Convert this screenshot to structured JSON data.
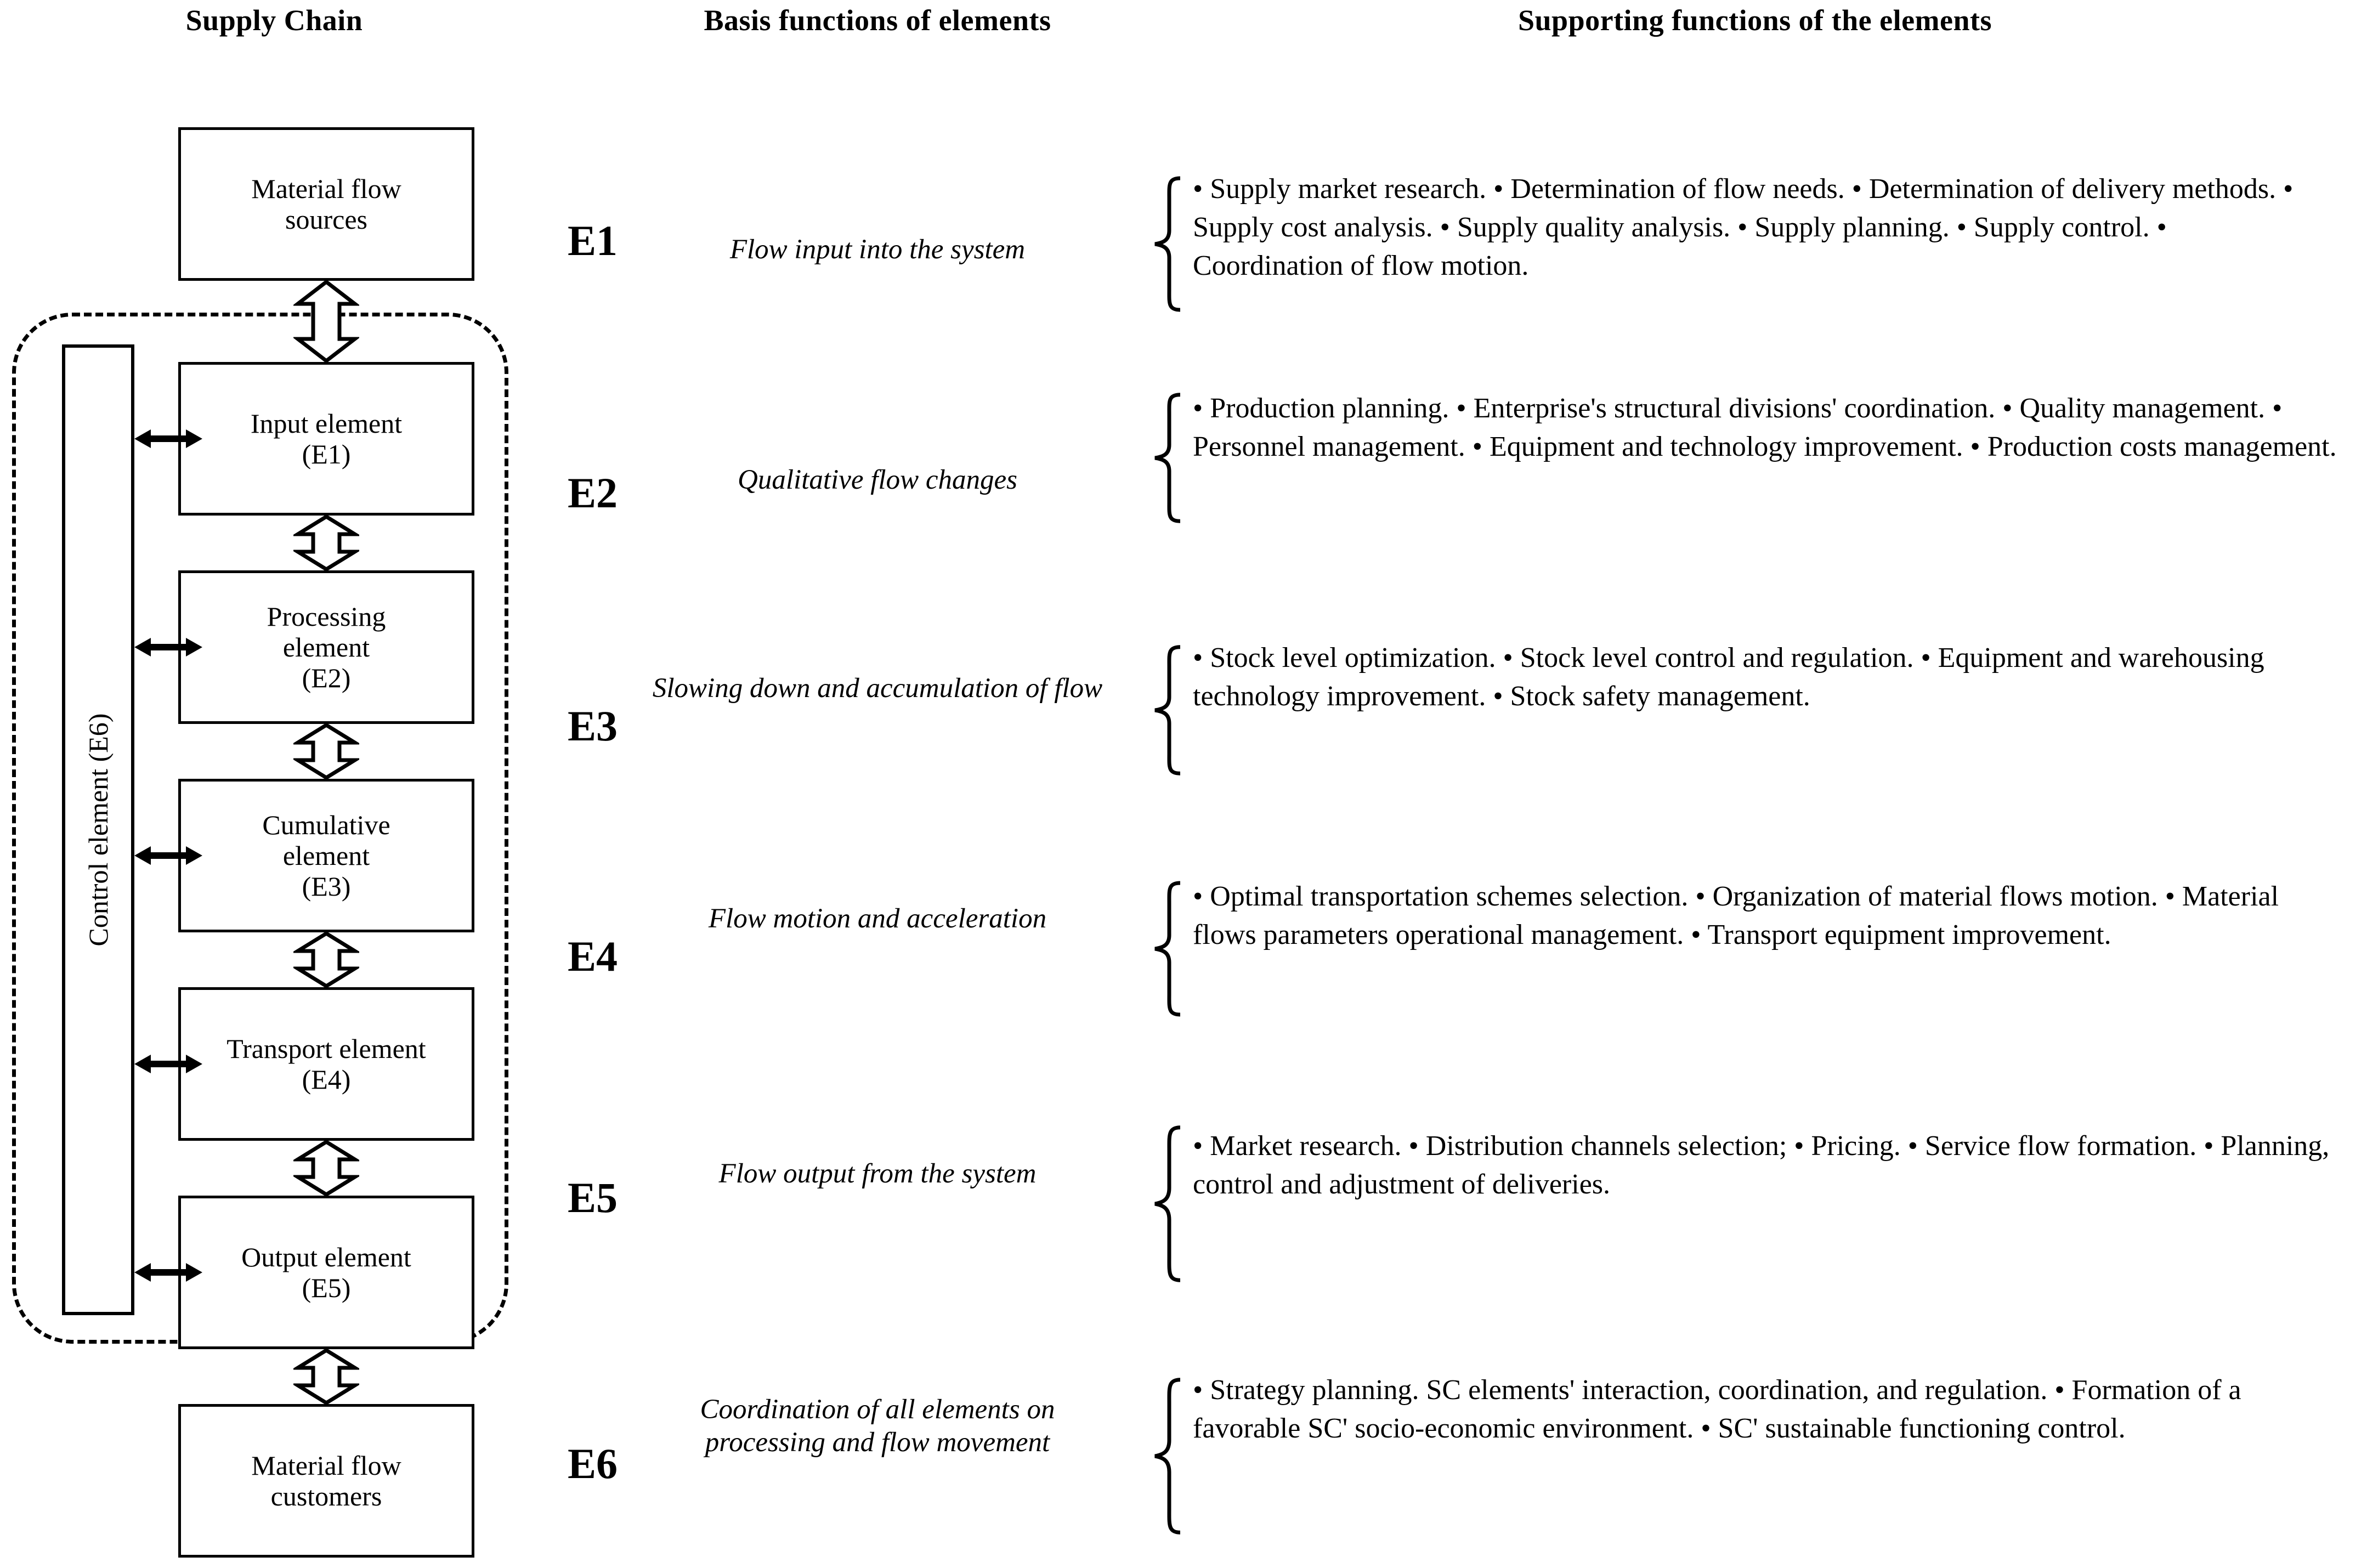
{
  "headers": {
    "supply_chain": "Supply Chain",
    "basis": "Basis functions of elements",
    "supporting": "Supporting functions of the elements"
  },
  "diagram": {
    "source_box": "Material flow\nsources",
    "source_box_l1": "Material flow",
    "source_box_l2": "sources",
    "customer_box_l1": "Material flow",
    "customer_box_l2": "customers",
    "control_label": "Control element (E6)",
    "elements": [
      {
        "line1": "Input element",
        "line2": "(E1)"
      },
      {
        "line1": "Processing",
        "line2": "element",
        "line3": "(E2)"
      },
      {
        "line1": "Cumulative",
        "line2": "element",
        "line3": "(E3)"
      },
      {
        "line1": "Transport element",
        "line2": "(E4)"
      },
      {
        "line1": "Output element",
        "line2": "(E5)"
      }
    ]
  },
  "rows": [
    {
      "code": "E1",
      "basis": "Flow input into the system",
      "supporting": "• Supply market research. •  Determination of flow needs. • Determination of delivery methods. • Supply cost analysis. • Supply quality analysis. • Supply planning. • Supply control. • Coordination of flow motion."
    },
    {
      "code": "E2",
      "basis": "Qualitative flow changes",
      "supporting": "• Production planning. • Enterprise's structural divisions' coordination. • Quality management. • Personnel management. • Equipment and technology improvement. • Production costs management."
    },
    {
      "code": "E3",
      "basis": "Slowing down and accumulation of flow",
      "supporting": "• Stock level optimization. • Stock level control and regulation. • Equipment and warehousing technology improvement. • Stock safety management."
    },
    {
      "code": "E4",
      "basis": "Flow motion and acceleration",
      "supporting": "• Optimal transportation schemes selection. • Organization of material flows motion. • Material flows parameters operational management. • Transport equipment improvement."
    },
    {
      "code": "E5",
      "basis": "Flow output from the system",
      "supporting": "• Market research. • Distribution channels selection; • Pricing. • Service flow formation. • Planning, control and adjustment of deliveries."
    },
    {
      "code": "E6",
      "basis": "Coordination of all elements on processing and flow movement",
      "supporting": "• Strategy planning. SC elements' interaction, coordination, and regulation. • Formation of a favorable SC' socio-economic environment. • SC' sustainable functioning control."
    }
  ],
  "colors": {
    "ink": "#000000",
    "paper": "#ffffff"
  }
}
